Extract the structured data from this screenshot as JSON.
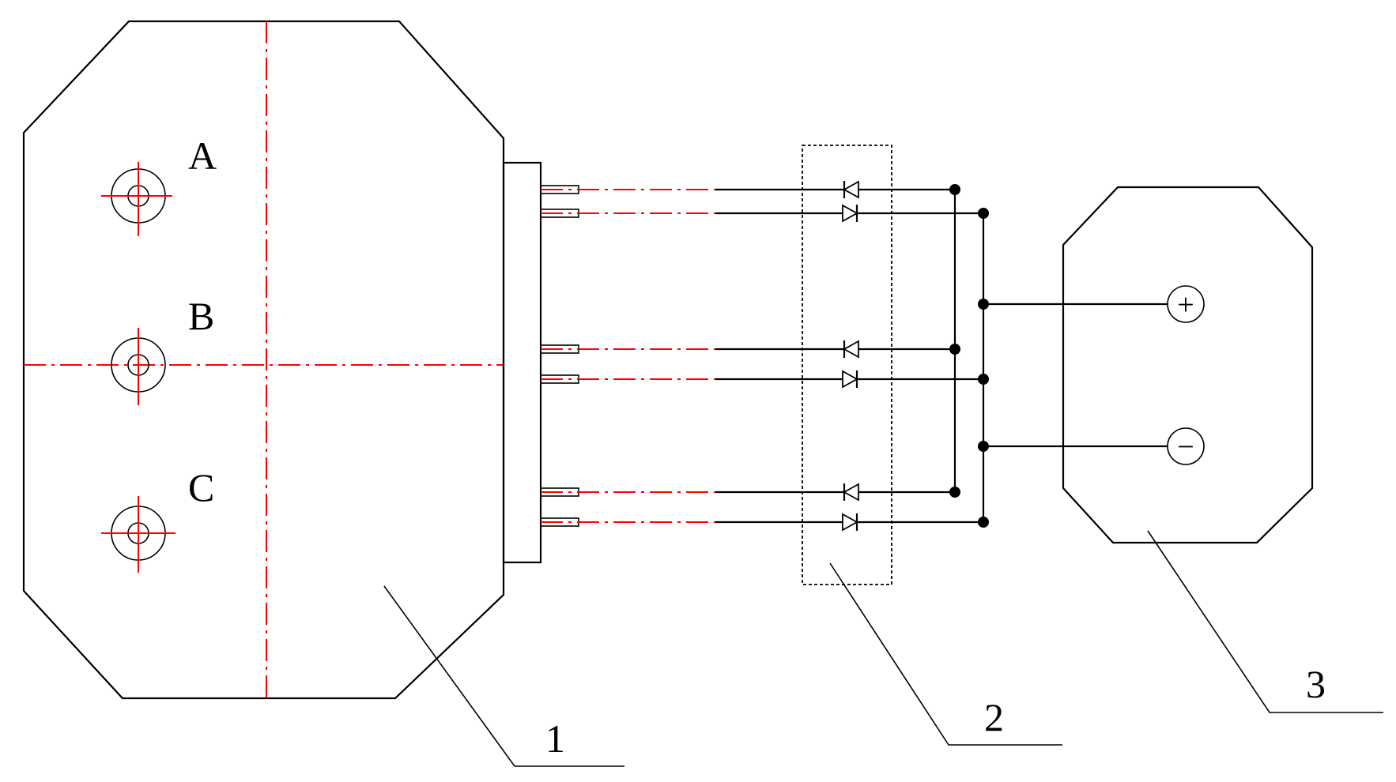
{
  "phases": [
    {
      "label": "A"
    },
    {
      "label": "B"
    },
    {
      "label": "C"
    }
  ],
  "terminals": {
    "positive": "+",
    "negative": "−"
  },
  "callouts": [
    {
      "label": "1"
    },
    {
      "label": "2"
    },
    {
      "label": "3"
    }
  ],
  "colors": {
    "line": "#000000",
    "centerline": "#ff0000"
  }
}
